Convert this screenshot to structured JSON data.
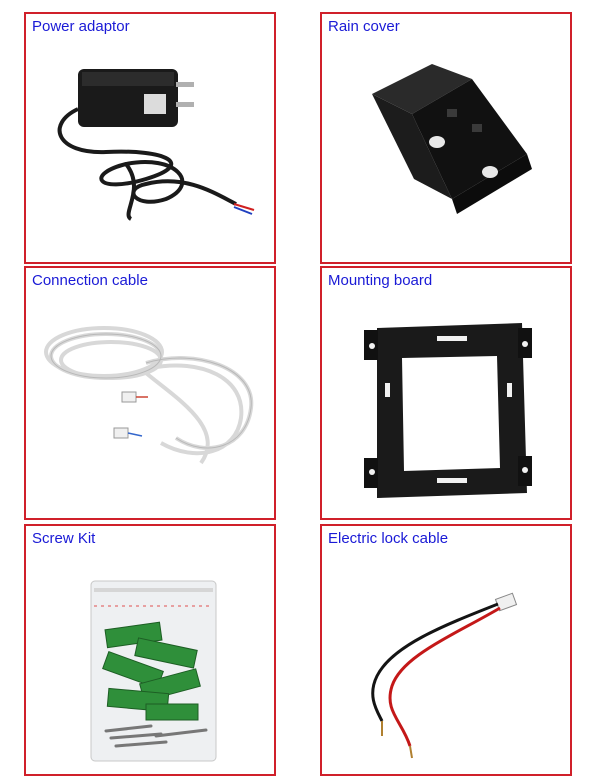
{
  "panels": [
    {
      "label": "Power adaptor",
      "icon": "power-adaptor-icon"
    },
    {
      "label": "Rain cover",
      "icon": "rain-cover-icon"
    },
    {
      "label": "Connection cable",
      "icon": "connection-cable-icon"
    },
    {
      "label": "Mounting board",
      "icon": "mounting-board-icon"
    },
    {
      "label": "Screw Kit",
      "icon": "screw-kit-icon"
    },
    {
      "label": "Electric lock cable",
      "icon": "electric-lock-cable-icon"
    }
  ],
  "colors": {
    "border": "#d0202a",
    "label": "#1a1ad6"
  }
}
